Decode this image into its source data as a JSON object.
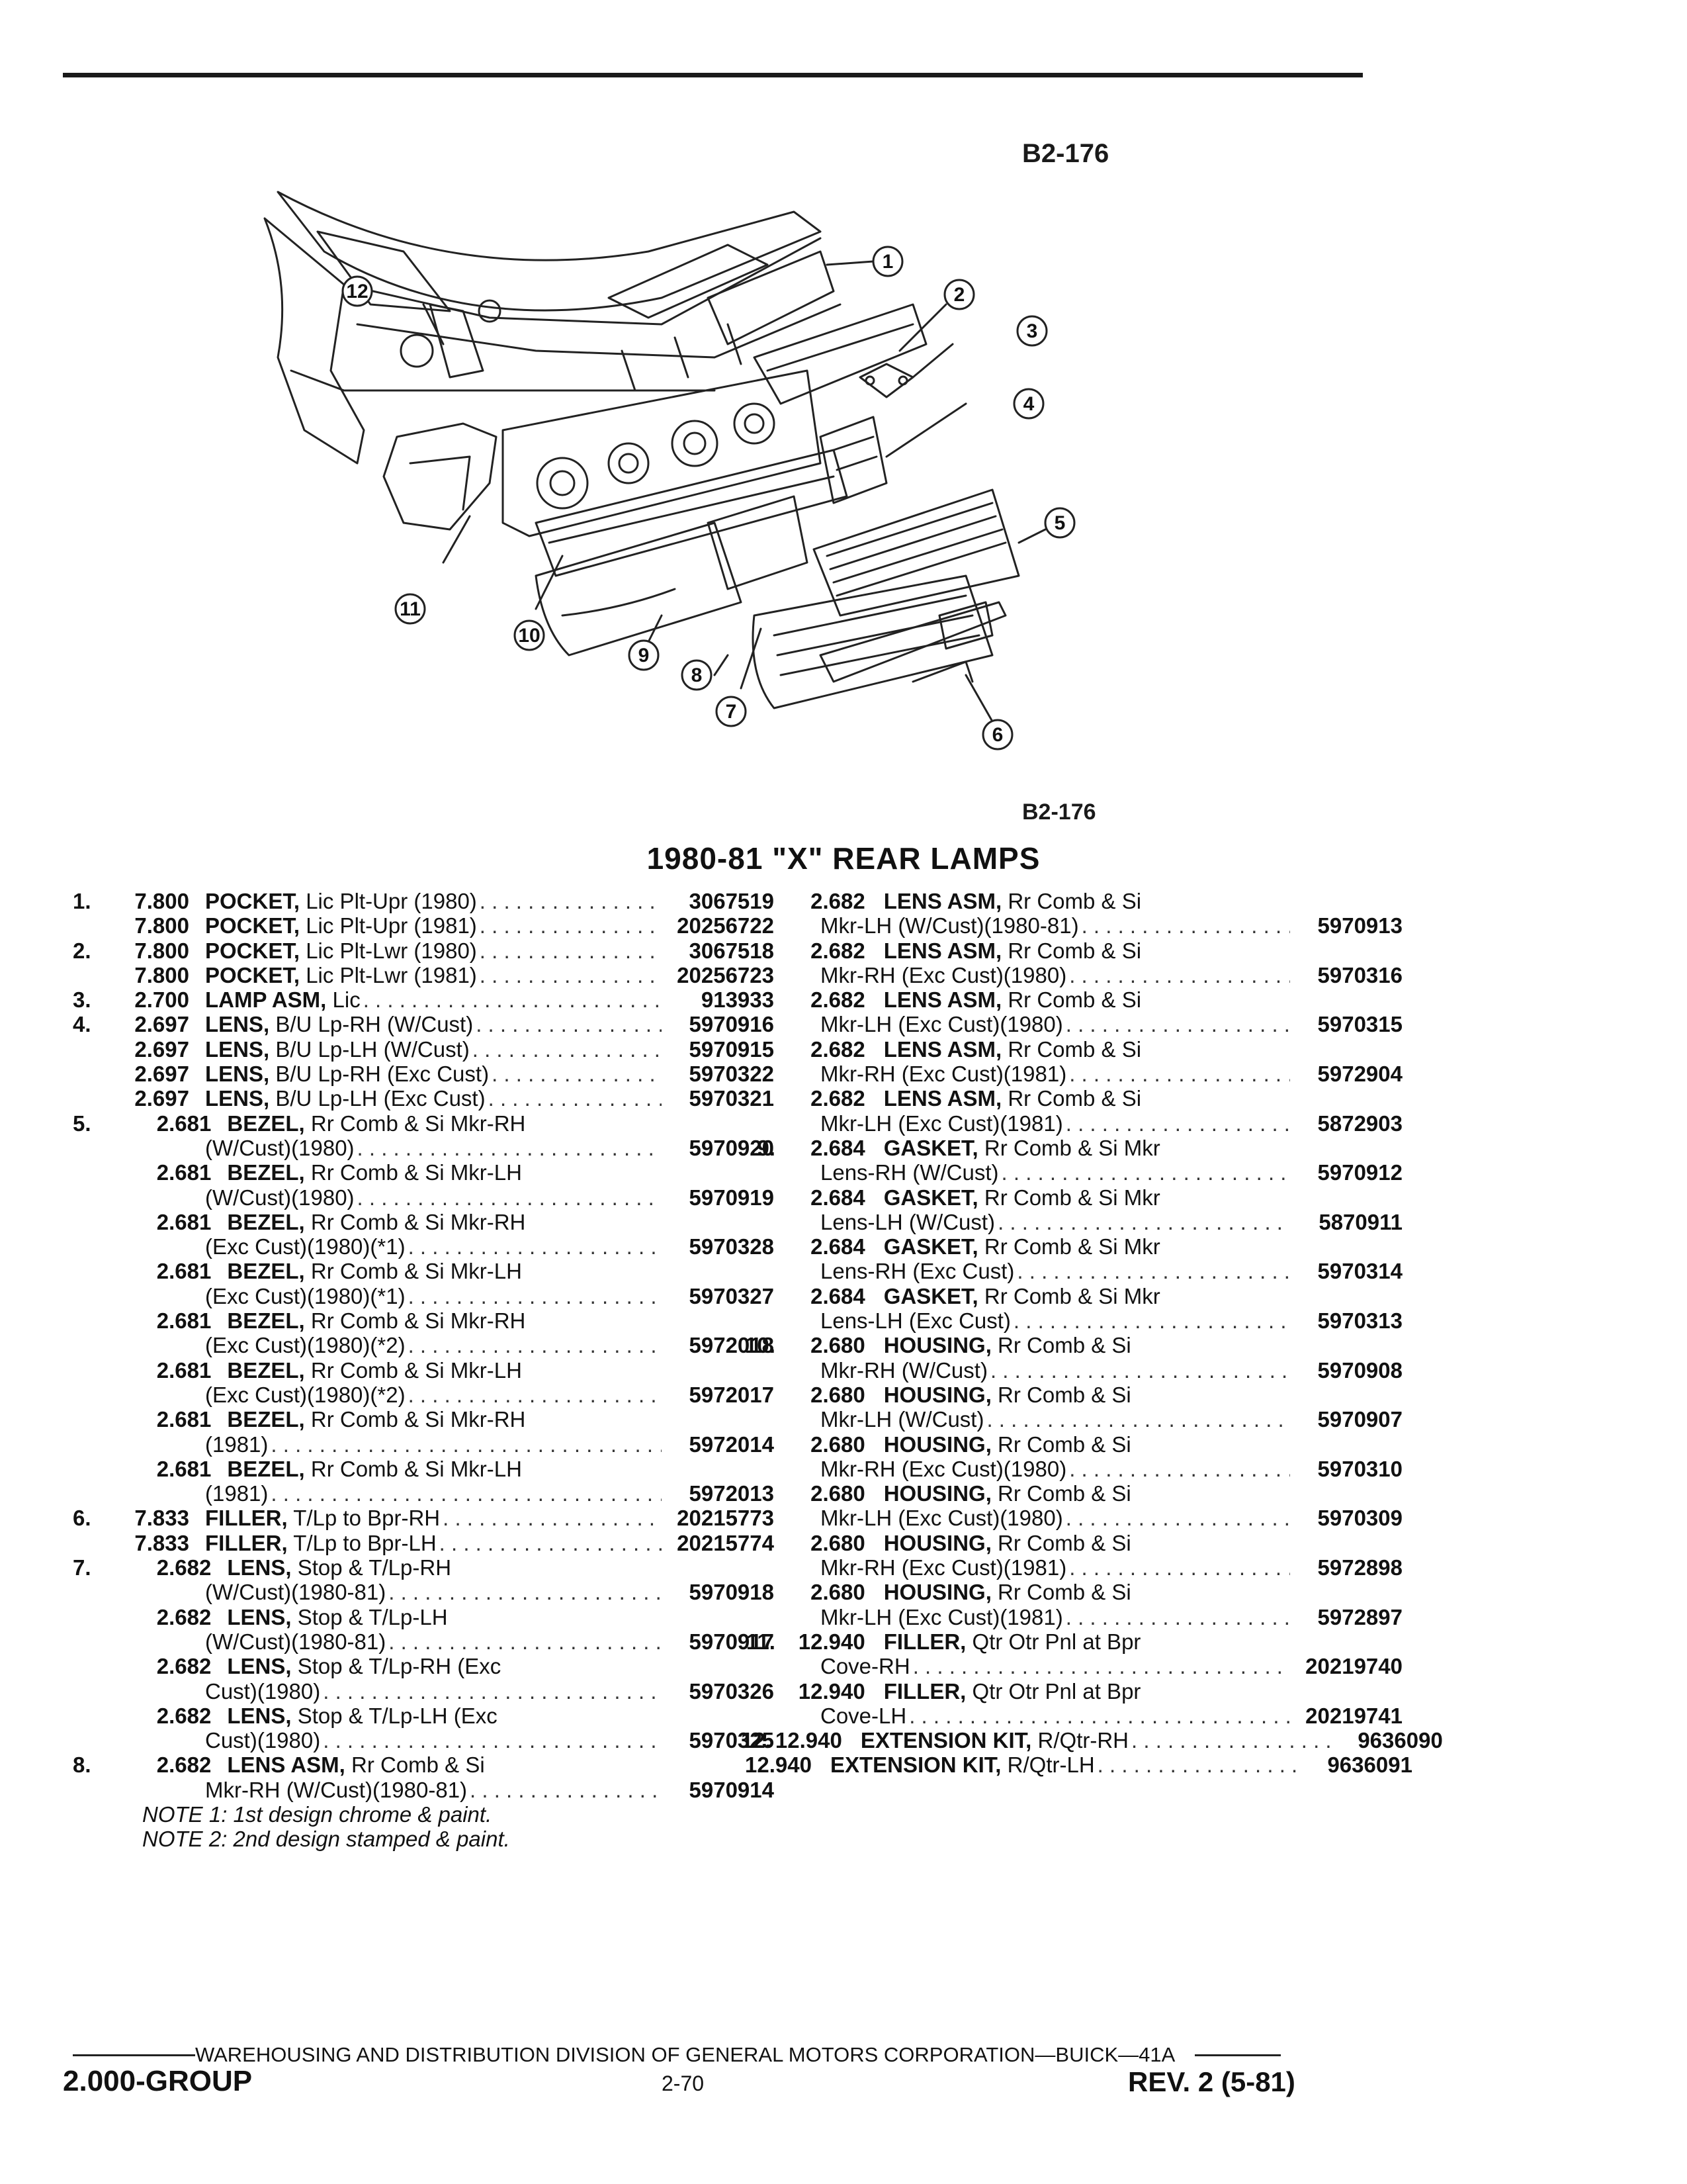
{
  "figure_code": "B2-176",
  "title": "1980-81 \"X\" REAR LAMPS",
  "callouts": [
    "1",
    "2",
    "3",
    "4",
    "5",
    "6",
    "7",
    "8",
    "9",
    "10",
    "11",
    "12"
  ],
  "left_rows": [
    {
      "num": "1.",
      "grp": "7.800",
      "b": "POCKET,",
      "d": " Lic Plt-Upr (1980)",
      "pn": "3067519"
    },
    {
      "num": "",
      "grp": "7.800",
      "b": "POCKET,",
      "d": " Lic Plt-Upr (1981)",
      "pn": "20256722"
    },
    {
      "num": "2.",
      "grp": "7.800",
      "b": "POCKET,",
      "d": " Lic Plt-Lwr (1980)",
      "pn": "3067518"
    },
    {
      "num": "",
      "grp": "7.800",
      "b": "POCKET,",
      "d": " Lic Plt-Lwr (1981)",
      "pn": "20256723"
    },
    {
      "num": "3.",
      "grp": "2.700",
      "b": "LAMP ASM,",
      "d": " Lic",
      "pn": "913933"
    },
    {
      "num": "4.",
      "grp": "2.697",
      "b": "LENS,",
      "d": " B/U Lp-RH (W/Cust)",
      "pn": "5970916"
    },
    {
      "num": "",
      "grp": "2.697",
      "b": "LENS,",
      "d": " B/U Lp-LH (W/Cust)",
      "pn": "5970915"
    },
    {
      "num": "",
      "grp": "2.697",
      "b": "LENS,",
      "d": " B/U Lp-RH (Exc Cust)",
      "pn": "5970322"
    },
    {
      "num": "",
      "grp": "2.697",
      "b": "LENS,",
      "d": " B/U Lp-LH (Exc Cust)",
      "pn": "5970321"
    },
    {
      "num": "5.",
      "grp": "2.681",
      "b": "BEZEL,",
      "d": " Rr Comb & Si Mkr-RH",
      "pn": ""
    },
    {
      "num": "",
      "grp": "",
      "b": "",
      "d": "(W/Cust)(1980)",
      "pn": "5970920"
    },
    {
      "num": "",
      "grp": "2.681",
      "b": "BEZEL,",
      "d": " Rr Comb & Si Mkr-LH",
      "pn": ""
    },
    {
      "num": "",
      "grp": "",
      "b": "",
      "d": "(W/Cust)(1980)",
      "pn": "5970919"
    },
    {
      "num": "",
      "grp": "2.681",
      "b": "BEZEL,",
      "d": " Rr Comb & Si Mkr-RH",
      "pn": ""
    },
    {
      "num": "",
      "grp": "",
      "b": "",
      "d": "(Exc Cust)(1980)(*1)",
      "pn": "5970328"
    },
    {
      "num": "",
      "grp": "2.681",
      "b": "BEZEL,",
      "d": " Rr Comb & Si Mkr-LH",
      "pn": ""
    },
    {
      "num": "",
      "grp": "",
      "b": "",
      "d": "(Exc Cust)(1980)(*1)",
      "pn": "5970327"
    },
    {
      "num": "",
      "grp": "2.681",
      "b": "BEZEL,",
      "d": " Rr Comb & Si Mkr-RH",
      "pn": ""
    },
    {
      "num": "",
      "grp": "",
      "b": "",
      "d": "(Exc Cust)(1980)(*2)",
      "pn": "5972018"
    },
    {
      "num": "",
      "grp": "2.681",
      "b": "BEZEL,",
      "d": " Rr Comb & Si Mkr-LH",
      "pn": ""
    },
    {
      "num": "",
      "grp": "",
      "b": "",
      "d": "(Exc Cust)(1980)(*2)",
      "pn": "5972017"
    },
    {
      "num": "",
      "grp": "2.681",
      "b": "BEZEL,",
      "d": " Rr Comb & Si Mkr-RH",
      "pn": ""
    },
    {
      "num": "",
      "grp": "",
      "b": "",
      "d": "(1981)",
      "pn": "5972014"
    },
    {
      "num": "",
      "grp": "2.681",
      "b": "BEZEL,",
      "d": " Rr Comb & Si Mkr-LH",
      "pn": ""
    },
    {
      "num": "",
      "grp": "",
      "b": "",
      "d": "(1981)",
      "pn": "5972013"
    },
    {
      "num": "6.",
      "grp": "7.833",
      "b": "FILLER,",
      "d": " T/Lp to Bpr-RH",
      "pn": "20215773"
    },
    {
      "num": "",
      "grp": "7.833",
      "b": "FILLER,",
      "d": " T/Lp to Bpr-LH",
      "pn": "20215774"
    },
    {
      "num": "7.",
      "grp": "2.682",
      "b": "LENS,",
      "d": " Stop & T/Lp-RH",
      "pn": ""
    },
    {
      "num": "",
      "grp": "",
      "b": "",
      "d": "(W/Cust)(1980-81)",
      "pn": "5970918"
    },
    {
      "num": "",
      "grp": "2.682",
      "b": "LENS,",
      "d": " Stop & T/Lp-LH",
      "pn": ""
    },
    {
      "num": "",
      "grp": "",
      "b": "",
      "d": "(W/Cust)(1980-81)",
      "pn": "5970917"
    },
    {
      "num": "",
      "grp": "2.682",
      "b": "LENS,",
      "d": " Stop & T/Lp-RH (Exc",
      "pn": ""
    },
    {
      "num": "",
      "grp": "",
      "b": "",
      "d": "Cust)(1980)",
      "pn": "5970326"
    },
    {
      "num": "",
      "grp": "2.682",
      "b": "LENS,",
      "d": " Stop & T/Lp-LH (Exc",
      "pn": ""
    },
    {
      "num": "",
      "grp": "",
      "b": "",
      "d": "Cust)(1980)",
      "pn": "5970325"
    },
    {
      "num": "8.",
      "grp": "2.682",
      "b": "LENS ASM,",
      "d": " Rr Comb & Si",
      "pn": ""
    },
    {
      "num": "",
      "grp": "",
      "b": "",
      "d": "Mkr-RH (W/Cust)(1980-81)",
      "pn": "5970914"
    }
  ],
  "notes": [
    "NOTE 1: 1st design chrome & paint.",
    "NOTE 2: 2nd design stamped & paint."
  ],
  "right_rows": [
    {
      "num": "",
      "grp": "2.682",
      "b": "LENS ASM,",
      "d": " Rr Comb & Si",
      "pn": ""
    },
    {
      "num": "",
      "grp": "",
      "b": "",
      "d": "Mkr-LH (W/Cust)(1980-81)",
      "pn": "5970913"
    },
    {
      "num": "",
      "grp": "2.682",
      "b": "LENS ASM,",
      "d": " Rr Comb & Si",
      "pn": ""
    },
    {
      "num": "",
      "grp": "",
      "b": "",
      "d": "Mkr-RH (Exc Cust)(1980)",
      "pn": "5970316"
    },
    {
      "num": "",
      "grp": "2.682",
      "b": "LENS ASM,",
      "d": " Rr Comb & Si",
      "pn": ""
    },
    {
      "num": "",
      "grp": "",
      "b": "",
      "d": "Mkr-LH (Exc Cust)(1980)",
      "pn": "5970315"
    },
    {
      "num": "",
      "grp": "2.682",
      "b": "LENS ASM,",
      "d": " Rr Comb & Si",
      "pn": ""
    },
    {
      "num": "",
      "grp": "",
      "b": "",
      "d": "Mkr-RH (Exc Cust)(1981)",
      "pn": "5972904"
    },
    {
      "num": "",
      "grp": "2.682",
      "b": "LENS ASM,",
      "d": " Rr Comb & Si",
      "pn": ""
    },
    {
      "num": "",
      "grp": "",
      "b": "",
      "d": "Mkr-LH (Exc Cust)(1981)",
      "pn": "5872903"
    },
    {
      "num": "9.",
      "grp": "2.684",
      "b": "GASKET,",
      "d": " Rr Comb & Si Mkr",
      "pn": ""
    },
    {
      "num": "",
      "grp": "",
      "b": "",
      "d": "Lens-RH (W/Cust)",
      "pn": "5970912"
    },
    {
      "num": "",
      "grp": "2.684",
      "b": "GASKET,",
      "d": " Rr Comb & Si Mkr",
      "pn": ""
    },
    {
      "num": "",
      "grp": "",
      "b": "",
      "d": "Lens-LH (W/Cust)",
      "pn": "5870911"
    },
    {
      "num": "",
      "grp": "2.684",
      "b": "GASKET,",
      "d": " Rr Comb & Si Mkr",
      "pn": ""
    },
    {
      "num": "",
      "grp": "",
      "b": "",
      "d": "Lens-RH (Exc Cust)",
      "pn": "5970314"
    },
    {
      "num": "",
      "grp": "2.684",
      "b": "GASKET,",
      "d": " Rr Comb & Si Mkr",
      "pn": ""
    },
    {
      "num": "",
      "grp": "",
      "b": "",
      "d": "Lens-LH (Exc Cust)",
      "pn": "5970313"
    },
    {
      "num": "10.",
      "grp": "2.680",
      "b": "HOUSING,",
      "d": " Rr Comb & Si",
      "pn": ""
    },
    {
      "num": "",
      "grp": "",
      "b": "",
      "d": "Mkr-RH (W/Cust)",
      "pn": "5970908"
    },
    {
      "num": "",
      "grp": "2.680",
      "b": "HOUSING,",
      "d": " Rr Comb & Si",
      "pn": ""
    },
    {
      "num": "",
      "grp": "",
      "b": "",
      "d": "Mkr-LH (W/Cust)",
      "pn": "5970907"
    },
    {
      "num": "",
      "grp": "2.680",
      "b": "HOUSING,",
      "d": " Rr Comb & Si",
      "pn": ""
    },
    {
      "num": "",
      "grp": "",
      "b": "",
      "d": "Mkr-RH (Exc Cust)(1980)",
      "pn": "5970310"
    },
    {
      "num": "",
      "grp": "2.680",
      "b": "HOUSING,",
      "d": " Rr Comb & Si",
      "pn": ""
    },
    {
      "num": "",
      "grp": "",
      "b": "",
      "d": "Mkr-LH (Exc Cust)(1980)",
      "pn": "5970309"
    },
    {
      "num": "",
      "grp": "2.680",
      "b": "HOUSING,",
      "d": " Rr Comb & Si",
      "pn": ""
    },
    {
      "num": "",
      "grp": "",
      "b": "",
      "d": "Mkr-RH (Exc Cust)(1981)",
      "pn": "5972898"
    },
    {
      "num": "",
      "grp": "2.680",
      "b": "HOUSING,",
      "d": " Rr Comb & Si",
      "pn": ""
    },
    {
      "num": "",
      "grp": "",
      "b": "",
      "d": "Mkr-LH (Exc Cust)(1981)",
      "pn": "5972897"
    },
    {
      "num": "11.",
      "grp": "12.940",
      "b": "FILLER,",
      "d": " Qtr Otr Pnl at Bpr",
      "pn": ""
    },
    {
      "num": "",
      "grp": "",
      "b": "",
      "d": "Cove-RH",
      "pn": "20219740"
    },
    {
      "num": "",
      "grp": "12.940",
      "b": "FILLER,",
      "d": " Qtr Otr Pnl at Bpr",
      "pn": ""
    },
    {
      "num": "",
      "grp": "",
      "b": "",
      "d": "Cove-LH",
      "pn": "20219741"
    },
    {
      "num": "12.",
      "grp": "12.940",
      "b": "EXTENSION KIT,",
      "d": " R/Qtr-RH",
      "pn": "9636090"
    },
    {
      "num": "",
      "grp": "12.940",
      "b": "EXTENSION KIT,",
      "d": " R/Qtr-LH",
      "pn": "9636091"
    }
  ],
  "footer": {
    "division_line": "WAREHOUSING AND DISTRIBUTION  DIVISION OF GENERAL MOTORS CORPORATION—BUICK—41A",
    "group": "2.000-GROUP",
    "page": "2-70",
    "rev": "REV. 2 (5-81)"
  }
}
